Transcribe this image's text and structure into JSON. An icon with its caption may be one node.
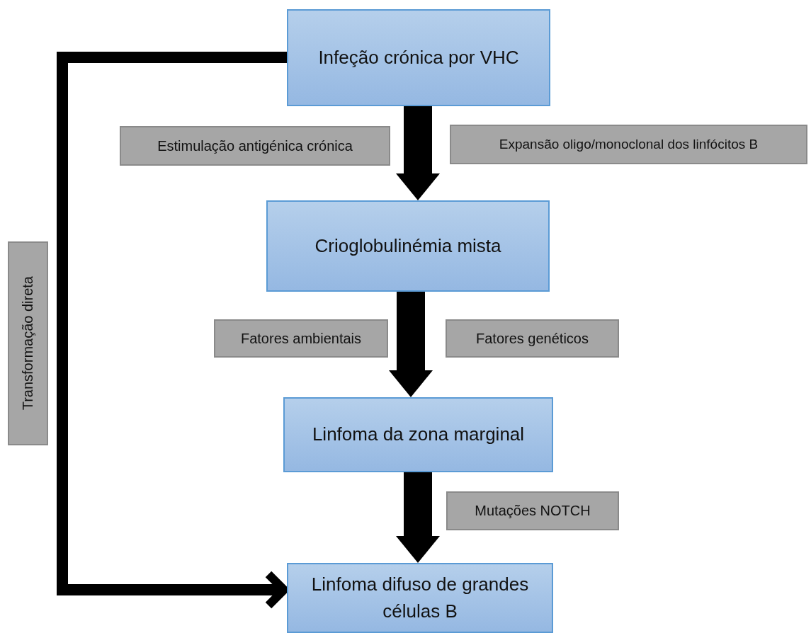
{
  "diagram": {
    "nodes": [
      {
        "text": [
          "Infeção crónica por VHC"
        ]
      },
      {
        "text": [
          "Estimulação antigénica crónica"
        ]
      },
      {
        "text": [
          "Expansão oligo/monoclonal dos linfócitos B"
        ]
      },
      {
        "text": [
          "Crioglobulinémia mista"
        ]
      },
      {
        "text": [
          "Fatores ambientais"
        ]
      },
      {
        "text": [
          "Fatores genéticos"
        ]
      },
      {
        "text": [
          "Linfoma da zona marginal"
        ]
      },
      {
        "text": [
          "Mutações NOTCH"
        ]
      },
      {
        "text": [
          "Linfoma difuso de grandes células B"
        ]
      },
      {
        "text": [
          "Transformação direta"
        ]
      }
    ],
    "edges": [
      {
        "from": 0,
        "to": 3,
        "arrow": "to"
      },
      {
        "from": 3,
        "to": 6,
        "arrow": "to"
      },
      {
        "from": 6,
        "to": 8,
        "arrow": "to"
      },
      {
        "from": 0,
        "to": 8,
        "arrow": "to"
      }
    ]
  }
}
